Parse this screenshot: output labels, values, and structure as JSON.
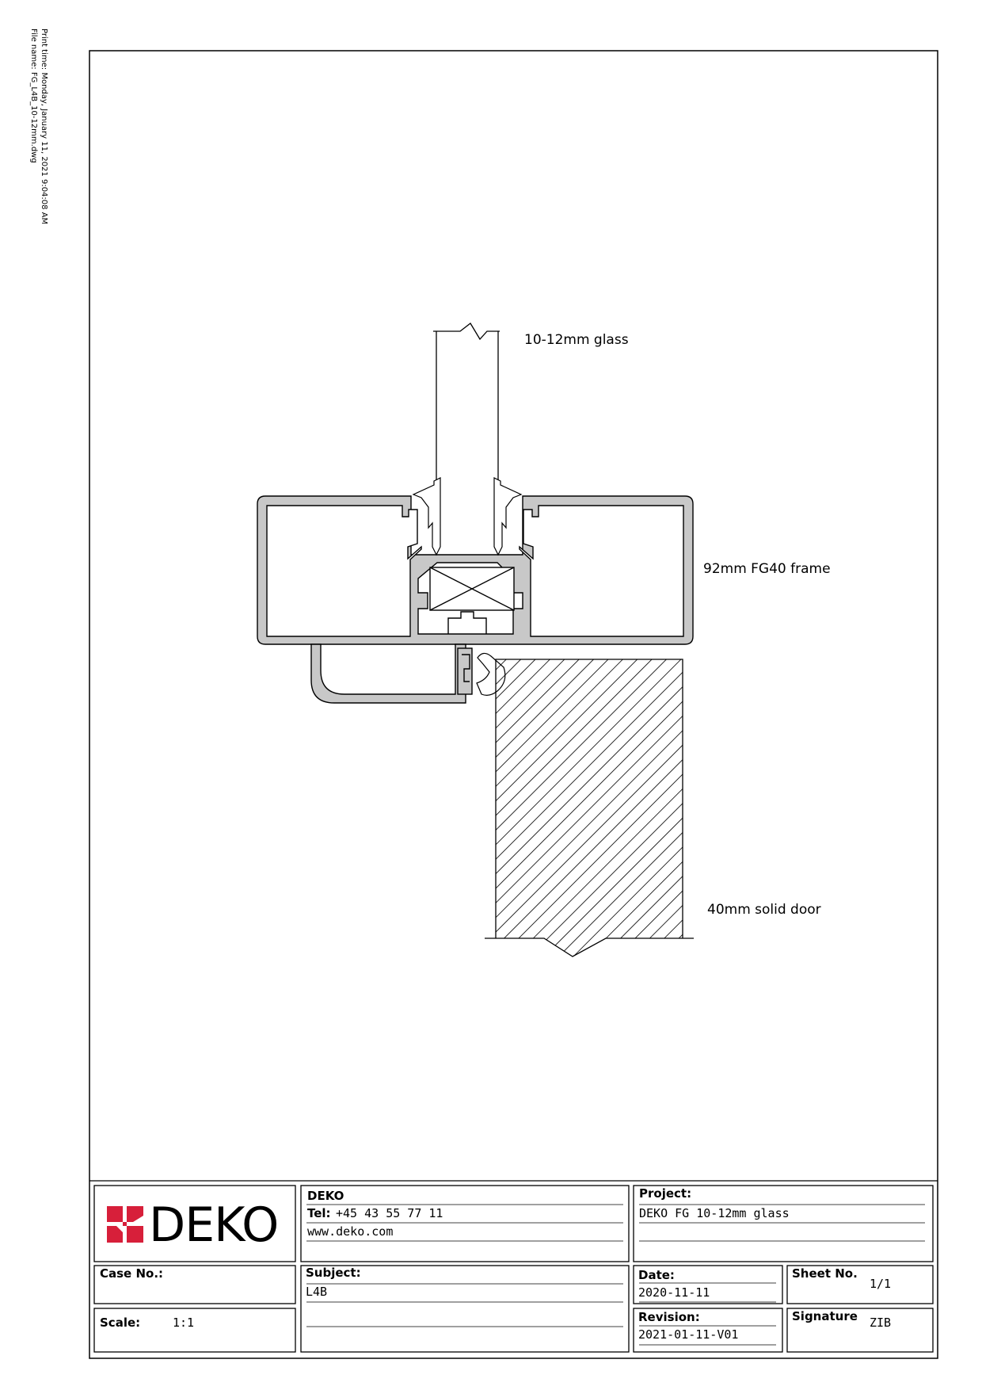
{
  "print_info": {
    "print_time": "Print time: Monday, January 11, 2021 9:04:08 AM",
    "file_name": "File name: FG_L4B_10-12mm.dwg"
  },
  "annotations": {
    "glass": "10-12mm glass",
    "frame": "92mm FG40 frame",
    "door": "40mm solid door"
  },
  "title_block": {
    "logo_text": "DEKO",
    "logo_color": "#d71f3a",
    "company": {
      "name": "DEKO",
      "tel_label": "Tel:",
      "tel_value": "+45 43 55 77 11",
      "website": "www.deko.com"
    },
    "project": {
      "label": "Project:",
      "value": "DEKO FG 10-12mm glass"
    },
    "case_no": {
      "label": "Case No.:",
      "value": ""
    },
    "subject": {
      "label": "Subject:",
      "value": "L4B"
    },
    "date": {
      "label": "Date:",
      "value": "2020-11-11"
    },
    "sheet_no": {
      "label": "Sheet No.",
      "value": "1/1"
    },
    "scale": {
      "label": "Scale:",
      "value": "1:1"
    },
    "revision": {
      "label": "Revision:",
      "value": "2021-01-11-V01"
    },
    "signature": {
      "label": "Signature",
      "value": "ZIB"
    }
  },
  "colors": {
    "frame_fill": "#c8c8c8",
    "line": "#000000"
  }
}
